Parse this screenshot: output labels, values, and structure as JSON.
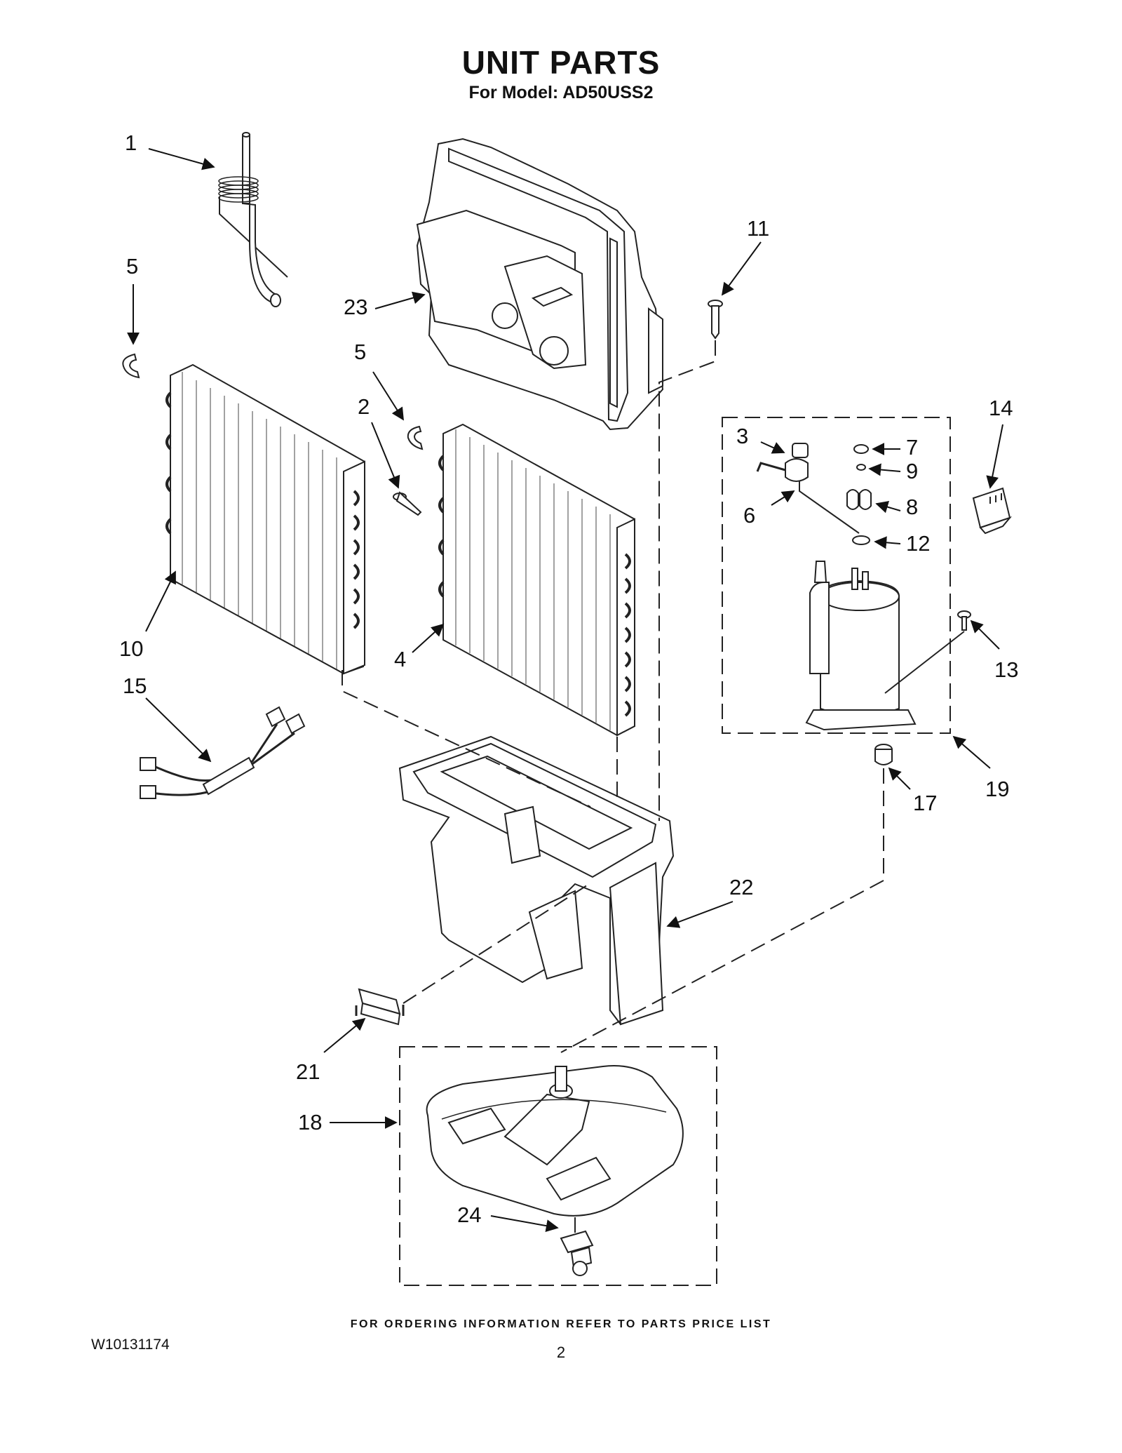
{
  "header": {
    "title": "UNIT PARTS",
    "subtitle": "For Model: AD50USS2"
  },
  "callouts": [
    {
      "id": "c1",
      "label": "1"
    },
    {
      "id": "c2",
      "label": "2"
    },
    {
      "id": "c3",
      "label": "3"
    },
    {
      "id": "c4",
      "label": "4"
    },
    {
      "id": "c5a",
      "label": "5"
    },
    {
      "id": "c5b",
      "label": "5"
    },
    {
      "id": "c6",
      "label": "6"
    },
    {
      "id": "c7",
      "label": "7"
    },
    {
      "id": "c8",
      "label": "8"
    },
    {
      "id": "c9",
      "label": "9"
    },
    {
      "id": "c10",
      "label": "10"
    },
    {
      "id": "c11",
      "label": "11"
    },
    {
      "id": "c12",
      "label": "12"
    },
    {
      "id": "c13",
      "label": "13"
    },
    {
      "id": "c14",
      "label": "14"
    },
    {
      "id": "c15",
      "label": "15"
    },
    {
      "id": "c17",
      "label": "17"
    },
    {
      "id": "c18",
      "label": "18"
    },
    {
      "id": "c19",
      "label": "19"
    },
    {
      "id": "c21",
      "label": "21"
    },
    {
      "id": "c22",
      "label": "22"
    },
    {
      "id": "c23",
      "label": "23"
    },
    {
      "id": "c24",
      "label": "24"
    }
  ],
  "footer": {
    "ordering_note": "FOR ORDERING INFORMATION REFER TO PARTS PRICE LIST",
    "document_number": "W10131174",
    "page_number": "2"
  }
}
